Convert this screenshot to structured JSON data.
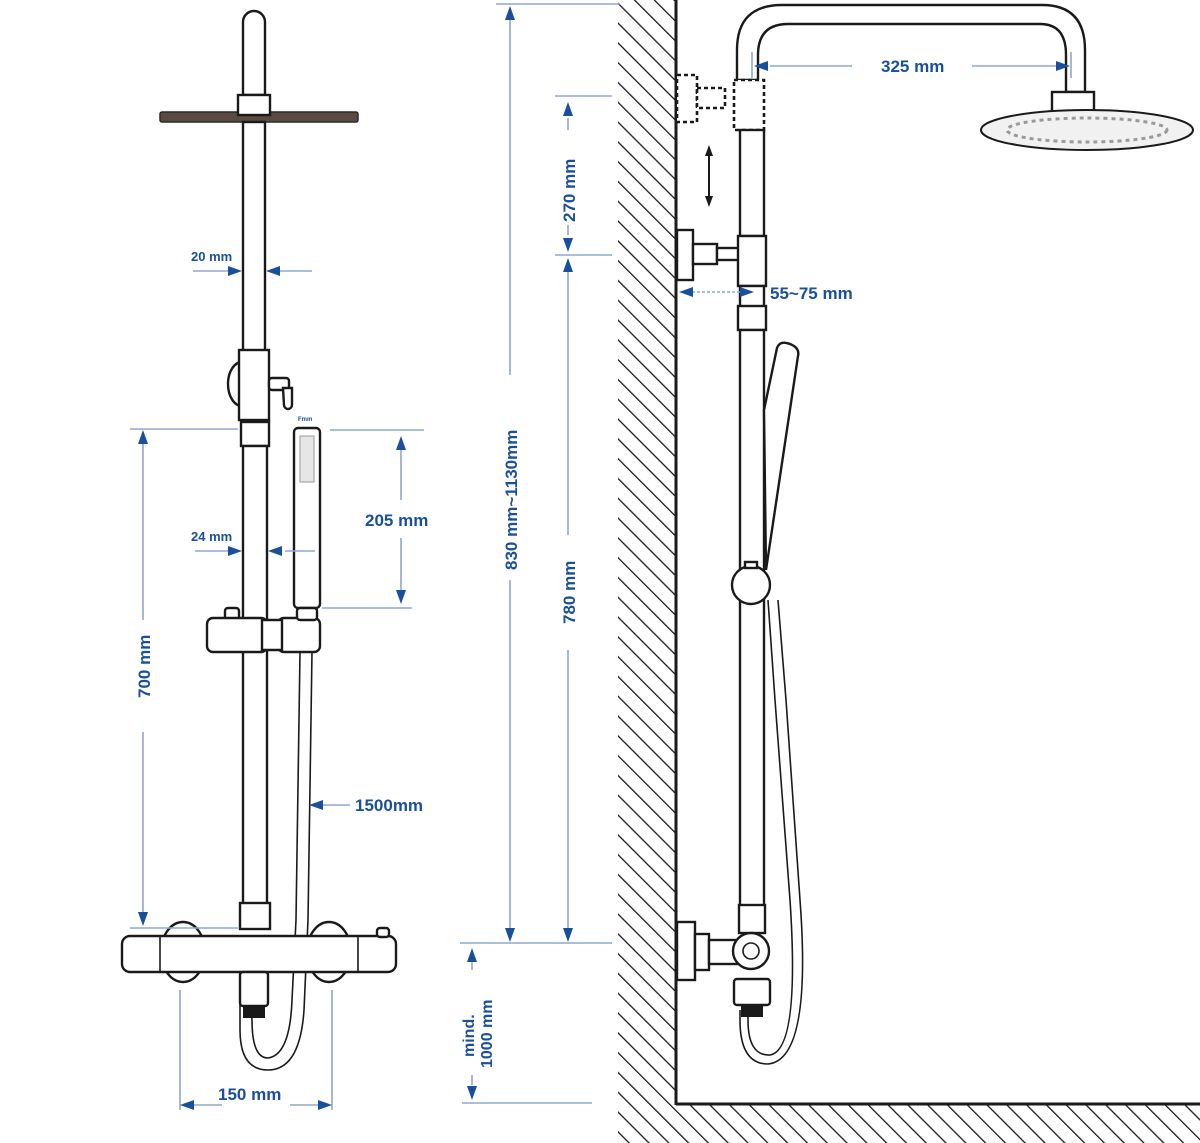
{
  "diagram": {
    "title": "Shower system dimension drawing",
    "colors": {
      "dimension": "#1a4f9c",
      "dimension_line": "#8fa6d0",
      "outline": "#1a1a1a",
      "background": "#ffffff"
    },
    "front_view": {
      "labels": {
        "rail_diameter": "20 mm",
        "hand_shower_width": "24 mm",
        "hand_shower_length": "205 mm",
        "rail_height": "700 mm",
        "hose_length": "1500mm",
        "valve_spacing": "150 mm",
        "hand_shower_top_note": "Fmm"
      }
    },
    "side_view": {
      "labels": {
        "total_height": "830 mm~1130mm",
        "top_adjustment": "270 mm",
        "lower_rail": "780 mm",
        "min_floor_height_line1": "mind.",
        "min_floor_height_line2": "1000 mm",
        "arm_length": "325 mm",
        "wall_distance": "55~75 mm"
      }
    }
  }
}
